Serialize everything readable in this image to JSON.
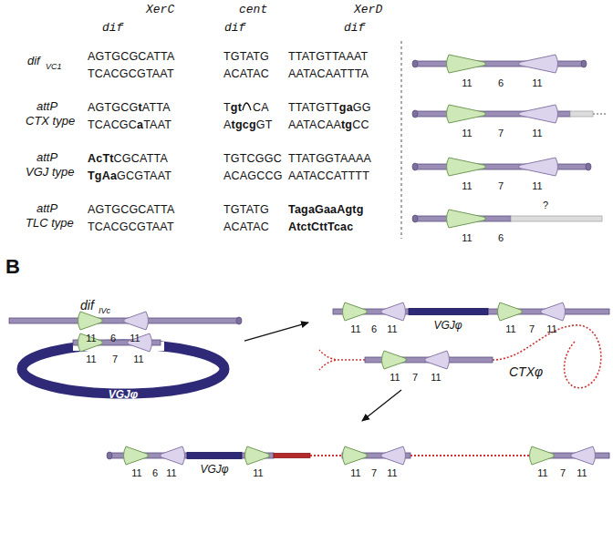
{
  "diagram": {
    "nodes": [
      {
        "text": [
          "VGJφ"
        ]
      },
      {
        "text": [
          "CTXφ"
        ]
      }
    ],
    "labels": [
      "XerC",
      "cent",
      "XerD",
      "dif",
      "dif",
      "dif",
      "dif",
      "VC1",
      "attP",
      "CTX type",
      "attP",
      "VGJ type",
      "attP",
      "TLC type",
      "AGTGCGCATTA",
      "TCACGCGTAAT",
      "TGTATG",
      "ACATAC",
      "TTATGTTAAAT",
      "AATACAATTTA",
      "AGTGCGtATTA",
      "TCACGCaTAAT",
      "Tgt",
      "CA",
      "AtgcgGT",
      "TTATGTTgaGG",
      "AATACAAtgCC",
      "AcTtCGCATTA",
      "TgAaGCGTAAT",
      "TGTCGGC",
      "ACAGCCG",
      "TTATGGTAAAA",
      "AATACCATTTT",
      "AGTGCGCATTA",
      "TCACGCGTAAT",
      "TGTATG",
      "ACATAC",
      "TagaGaaAgtg",
      "AtctCttTcac",
      "11",
      "6",
      "11",
      "11",
      "7",
      "11",
      "11",
      "7",
      "11",
      "11",
      "6",
      "?",
      "B",
      "dif",
      "IVc",
      "11",
      "6",
      "11",
      "11",
      "7",
      "11",
      "11",
      "6",
      "11",
      "VGJφ",
      "11",
      "7",
      "11",
      "11",
      "7",
      "11",
      "11",
      "6",
      "11",
      "VGJφ",
      "11",
      "11",
      "7",
      "11",
      "11",
      "7",
      "11"
    ]
  }
}
